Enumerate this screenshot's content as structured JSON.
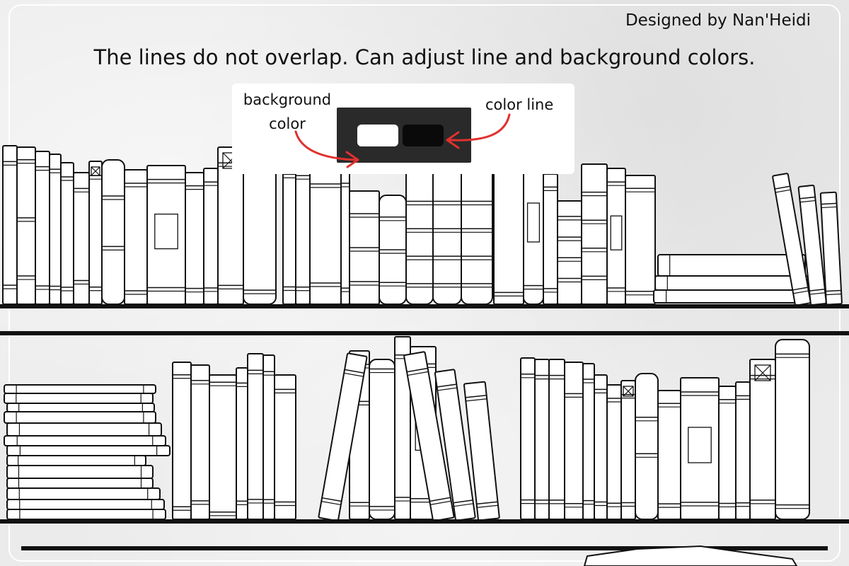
{
  "credit": "Designed by Nan'Heidi",
  "headline": "The lines do not overlap. Can adjust line and background colors.",
  "picker": {
    "background_label": "background color",
    "line_label": "color line",
    "background_color": "#ffffff",
    "line_color": "#0a0a0a",
    "arrow_color": "#e0312e"
  },
  "illustration": {
    "line_color": "#111111",
    "fill_color": "#ffffff"
  }
}
